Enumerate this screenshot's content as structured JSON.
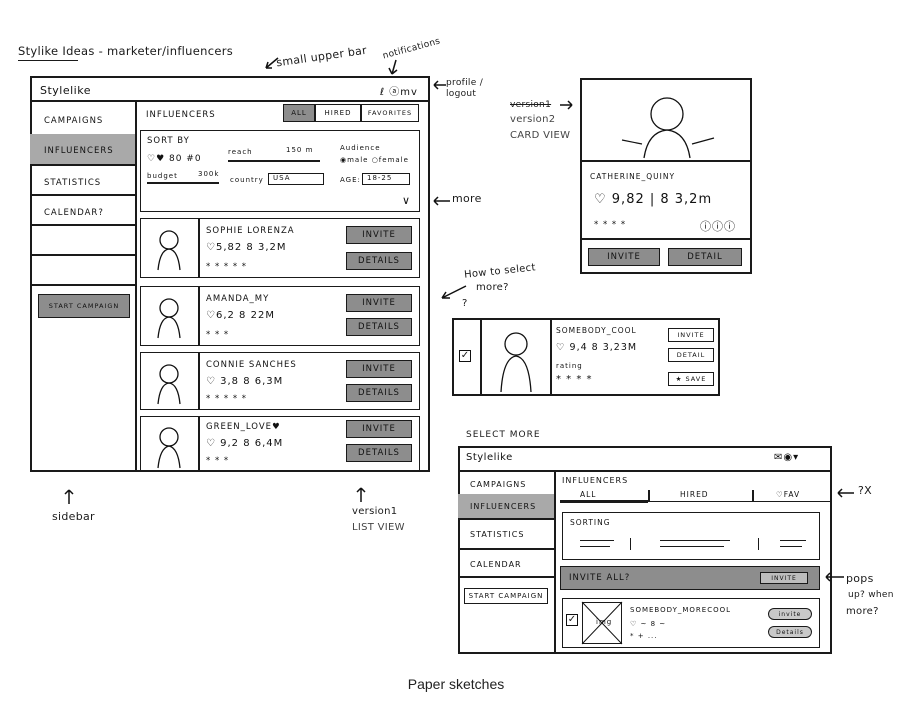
{
  "title": "Stylike Ideas - marketer/influencers",
  "annotations": {
    "small_upper_bar": "small upper bar",
    "notifications": "notifications",
    "profile_logout": "profile / logout",
    "more": "more",
    "sidebar": "sidebar",
    "version1": "version1",
    "list_view": "LIST VIEW",
    "version2_struck": "version1",
    "version2": "version2",
    "card_view": "CARD VIEW",
    "how_to_select": "How to select",
    "more_q": "more?",
    "q_mark": "?",
    "select_more": "SELECT MORE",
    "q_x": "?X",
    "pops": "pops",
    "up_when": "up? when",
    "more_check": "more?"
  },
  "caption": "Paper sketches",
  "sketch1": {
    "brand": "Stylelike",
    "sidebar": [
      "CAMPAIGNS",
      "INFLUENCERS",
      "STATISTICS",
      "CALENDAR?"
    ],
    "start_campaign": "START CAMPAIGN",
    "section_title": "INFLUENCERS",
    "tabs": [
      "ALL",
      "HIRED",
      "FAVORITES"
    ],
    "sort_by": "SORT BY",
    "sort_row1": "♡♥ 80 #0",
    "reach": "reach",
    "range_top": "150 m",
    "audience": "Audience",
    "audience_opts": "◉male ○female",
    "budget": "budget",
    "budget_val": "300k",
    "country": "country",
    "country_val": "USA",
    "age": "AGE:",
    "age_val": "18-25",
    "chevron": "∨",
    "invite": "INVITE",
    "details": "DETAILS",
    "rows": [
      {
        "name": "SOPHIE LORENZA",
        "stats": "♡5,82  8 3,2M",
        "stars": "* * * * *"
      },
      {
        "name": "AMANDA_MY",
        "stats": "♡6,2   8 22M",
        "stars": "* * *"
      },
      {
        "name": "CONNIE SANCHES",
        "stats": "♡ 3,8  8 6,3M",
        "stars": "* * * * *"
      },
      {
        "name": "GREEN_LOVE♥",
        "stats": "♡ 9,2   8 6,4M",
        "stars": "* * *"
      }
    ]
  },
  "card": {
    "name": "CATHERINE_QUINY",
    "stats": "♡ 9,82  |  8 3,2m",
    "stars": "* * * *",
    "icons": "ⓘⓘⓘ",
    "invite": "INVITE",
    "detail": "DETAIL"
  },
  "select_card": {
    "name": "SOMEBODY_COOL",
    "stats": "♡ 9,4  8 3,23M",
    "rating": "rating",
    "stars": "* * * *",
    "invite": "INVITE",
    "detail": "DETAIL",
    "save": "★ SAVE"
  },
  "sketch3": {
    "brand": "Stylelike",
    "header_icons": "✉◉▾",
    "sidebar": [
      "CAMPAIGNS",
      "INFLUENCERS",
      "STATISTICS",
      "CALENDAR"
    ],
    "start_campaign": "START CAMPAIGN",
    "section_title": "INFLUENCERS",
    "tabs": [
      "ALL",
      "HIRED",
      "♡FAV"
    ],
    "sorting": "SORTING",
    "invite_all": "INVITE ALL?",
    "invite_all_btn": "INVITE",
    "row_name": "SOMEBODY_MORECOOL",
    "row_stats": "♡ ~  8 ~",
    "row_stars": "* + ...",
    "img": "img",
    "invite": "invite",
    "details": "Details"
  }
}
